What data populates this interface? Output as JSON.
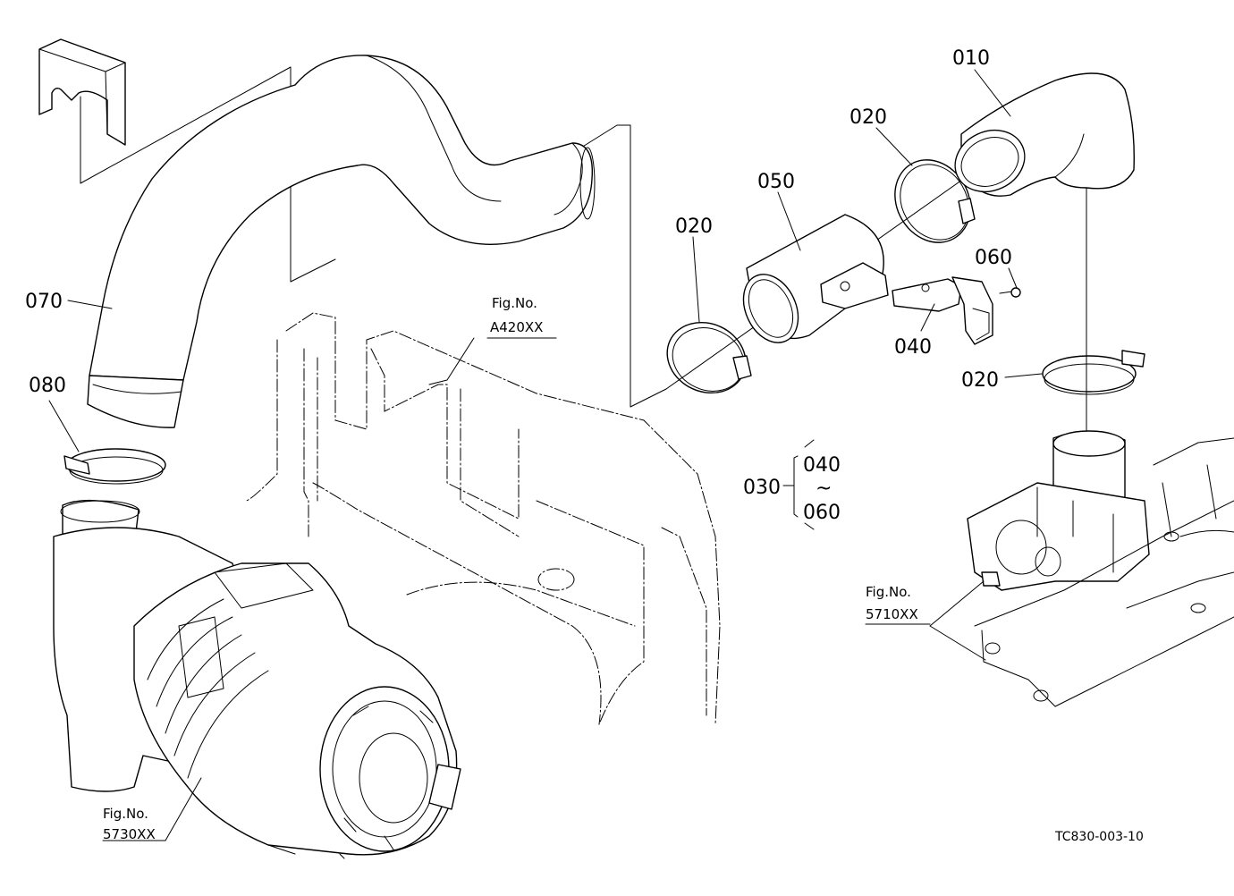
{
  "callouts": {
    "p010": "010",
    "p020_top": "020",
    "p050": "050",
    "p020_left": "020",
    "p060": "060",
    "p040": "040",
    "p020_right": "020",
    "p070": "070",
    "p080": "080",
    "p030": "030",
    "p030_range_from": "040",
    "p030_range_tilde": "~",
    "p030_range_to": "060"
  },
  "figure_refs": {
    "a420": {
      "label": "Fig.No.",
      "number": "A420XX"
    },
    "f5710": {
      "label": "Fig.No.",
      "number": "5710XX"
    },
    "f5730": {
      "label": "Fig.No.",
      "number": "5730XX"
    }
  },
  "drawing_code": "TC830-003-10"
}
